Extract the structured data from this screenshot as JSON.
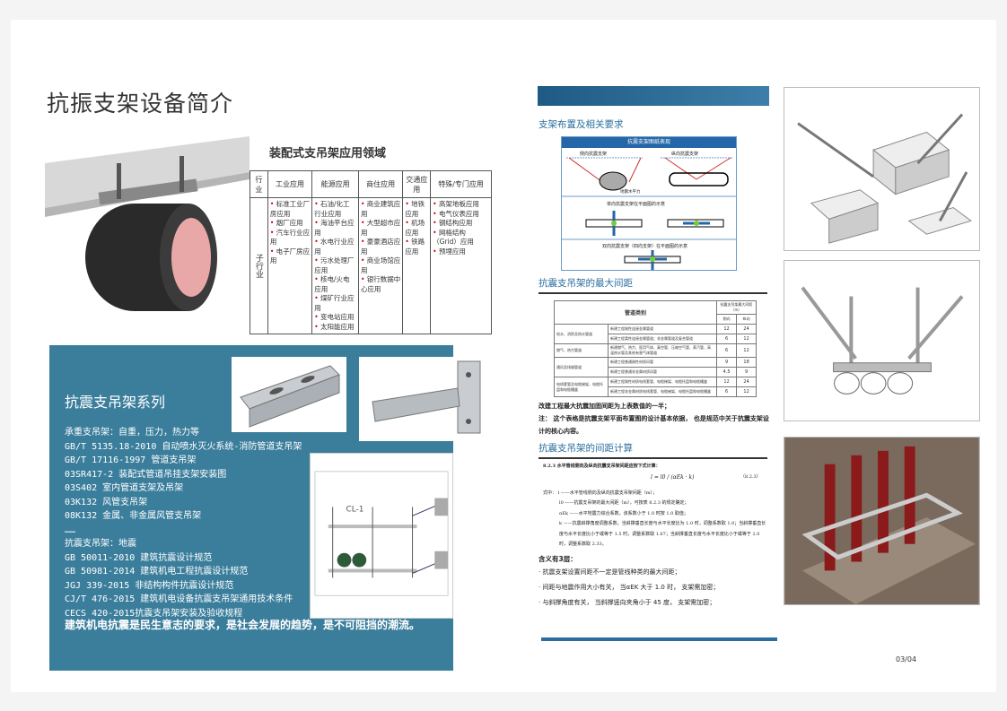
{
  "title": "抗振支架设备简介",
  "application_table": {
    "title": "装配式支吊架应用领域",
    "headers": [
      "行业",
      "工业应用",
      "能源应用",
      "商住应用",
      "交通应用",
      "特殊/专门应用"
    ],
    "row_label": "子行业",
    "columns": [
      [
        "标准工业厂房应用",
        "烟厂应用",
        "汽车行业应用",
        "电子厂房应用"
      ],
      [
        "石油/化工行业应用",
        "海油平台应用",
        "水电行业应用",
        "污水处理厂应用",
        "核电/火电应用",
        "煤矿行业应用",
        "变电站应用",
        "太阳能应用"
      ],
      [
        "商业建筑应用",
        "大型超市应用",
        "豪豪酒店应用",
        "商业场馆应用",
        "银行数据中心应用"
      ],
      [
        "地铁应用",
        "机场应用",
        "铁路应用"
      ],
      [
        "高架地板应用",
        "电气仪表应用",
        "钢结构应用",
        "网格结构（Grid）应用",
        "预埋应用"
      ]
    ]
  },
  "series": {
    "heading": "抗震支吊架系列",
    "lines": [
      "承重支吊架：自重，压力，热力等",
      "GB/T 5135.18-2010 自动喷水灭火系统-消防管道支吊架",
      "GB/T 17116-1997 管道支吊架",
      "03SR417-2 装配式管道吊挂支架安装图",
      "03S402 室内管道支架及吊架",
      "03K132 风管支吊架",
      "08K132 金属、非金属风管支吊架",
      "……",
      "抗震支吊架：地震",
      "GB 50011-2010 建筑抗震设计规范",
      "GB 50981-2014 建筑机电工程抗震设计规范",
      "JGJ 339-2015 非结构构件抗震设计规范",
      "CJ/T 476-2015 建筑机电设备抗震支吊架通用技术条件",
      "CECS 420-2015抗震支吊架安装及验收规程"
    ],
    "slogan": "建筑机电抗震是民生意志的要求，是社会发展的趋势，是不可阻挡的潮流。",
    "drawing_label": "CL-1"
  },
  "layout_section": {
    "heading": "支架布置及相关要求",
    "diagram_title": "抗震支架图纸表现",
    "lateral": "侧向抗震支架",
    "longitudinal": "纵向抗震支架",
    "force": "地震水平力",
    "single": "单向抗震支架在平面图的示意",
    "double": "双向抗震支架（四向支架）在平面图的示意"
  },
  "max_spacing": {
    "heading": "抗震支吊架的最大间距",
    "col_type": "管道类别",
    "col_spacing": "抗震支吊架最大间距（m）",
    "col_lateral": "侧向",
    "col_longitudinal": "纵向",
    "groups": [
      {
        "name": "给水、消防及热水管道",
        "rows": [
          [
            "新建工程刚性连接金属管道",
            "12",
            "24"
          ],
          [
            "新建工程柔性连接金属管道；非金属管道及复合管道",
            "6",
            "12"
          ]
        ]
      },
      {
        "name": "燃气、热力管道",
        "rows": [
          [
            "新建燃气、热力、医用气体、真空管、压缩空气管、蒸汽管、高温热水管及其他有害气体管道",
            "6",
            "12"
          ]
        ]
      },
      {
        "name": "通风及排烟管道",
        "rows": [
          [
            "新建工程普通刚性材质风管",
            "9",
            "18"
          ],
          [
            "新建工程普通非金属材质风管",
            "4.5",
            "9"
          ]
        ]
      },
      {
        "name": "电线套管及电缆梯架、电缆托盘和电缆槽盒",
        "rows": [
          [
            "新建工程刚性材质电线套管、电缆梯架、电缆托盘和电缆槽盒",
            "12",
            "24"
          ],
          [
            "新建工程非金属材质电线套管、电缆梯架、电缆托盘和电缆槽盒",
            "6",
            "12"
          ]
        ]
      }
    ],
    "note1": "改建工程最大抗震加固间距为上表数值的一半；",
    "note2": "注： 这个表格是抗震支架平面布置图的设计基本依据， 也是规范中关于抗震支架设计的核心内容。"
  },
  "calc": {
    "heading": "抗震支吊架的间距计算",
    "clause": "8.2.3 水平管线侧向及纵向抗震支吊架间距应按下式计算：",
    "formula": "l = l0 / (αEk · k)",
    "eq_no": "（8.2.3）",
    "defs": [
      "式中： l ——水平管线侧向及纵向抗震支吊架间距（m）；",
      "l0 ——抗震支吊架的最大间距（m），可按表 8.2.3 的规定确定；",
      "αEk ——水平地震力综合系数，该系数小于 1.0 时按 1.0 取值；",
      "k ——抗震斜撑角度调整系数，当斜撑垂直长度与水平长度比为 1.0 时，调整系数取 1.0；当斜撑垂直长度与水平长度比小于或等于 1.5 时，调整系数取 1.67；当斜撑垂直长度与水平长度比小于或等于 2.0 时，调整系数取 2.33。"
    ],
    "meaning_title": "含义有3层：",
    "meanings": [
      "抗震支架设置间距不一定是管线种类的最大间距；",
      "间距与地震作用大小有关， 当αEK 大于 1.0 时， 支架需加密；",
      "与斜撑角度有关， 当斜撑竖向夹角小于 45 度， 支架需加密；"
    ]
  },
  "page_number": "03/04",
  "colors": {
    "accent": "#2a6d9e",
    "panel": "#3b7e9c"
  }
}
